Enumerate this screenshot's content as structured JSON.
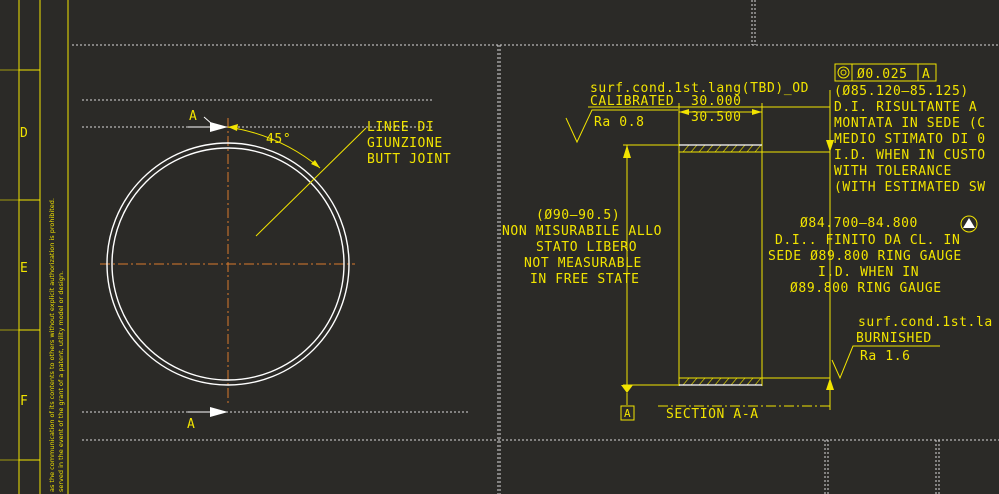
{
  "border": {
    "zone_labels": [
      "D",
      "E",
      "F"
    ],
    "side_note": [
      "as the communication of its contents to others without explicit authorization is prohibited.",
      "served in the event of the grant of a patent, utility model or design."
    ]
  },
  "section_mark": {
    "top": "A",
    "bottom": "A"
  },
  "angle_label": "45°",
  "joint_note": [
    "LINEE DI",
    "GIUNZIONE",
    "BUTT JOINT"
  ],
  "surface_od": {
    "line1": "surf.cond.1st.lang(TBD)_OD",
    "line2_prefix": "CALIBRATED",
    "upper_dim": "30.000",
    "lower_dim": "30.500",
    "roughness": "Ra 0.8"
  },
  "od_note": [
    "(Ø90—90.5)",
    "NON MISURABILE ALLO",
    "STATO LIBERO",
    "NOT MEASURABLE",
    "IN FREE STATE"
  ],
  "frame_box": {
    "symbol": "◎",
    "value": "Ø0.025",
    "datum": "A"
  },
  "tol_note": [
    "(Ø85.120—85.125)",
    "D.I. RISULTANTE A",
    "MONTATA IN SEDE (C",
    "MEDIO STIMATO DI 0",
    "I.D. WHEN IN CUSTO",
    "WITH TOLERANCE",
    "(WITH ESTIMATED SW"
  ],
  "id_note": [
    "Ø84.700—84.800",
    "D.I.. FINITO DA CL. IN",
    "SEDE Ø89.800 RING GAUGE",
    "I.D. WHEN IN",
    "Ø89.800 RING GAUGE"
  ],
  "surface_id": [
    "surf.cond.1st.la",
    "BURNISHED",
    "Ra 1.6"
  ],
  "datum_label": "A",
  "section_title": "SECTION  A-A"
}
